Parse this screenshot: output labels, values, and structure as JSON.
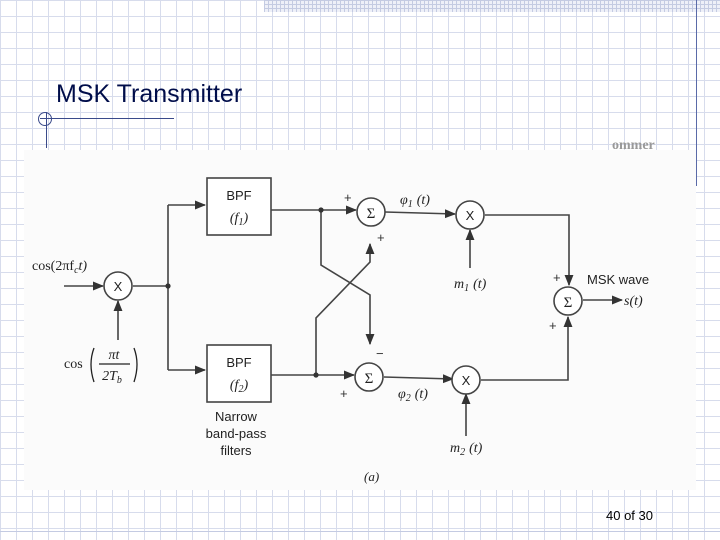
{
  "slide": {
    "title": "MSK Transmitter",
    "page_number": "40 of 30",
    "corner_fragment": "ommer"
  },
  "diagram": {
    "input_carrier": "cos(2πf",
    "input_carrier_sub": "c",
    "input_carrier_end": "t)",
    "mult_symbol": "X",
    "sum_symbol": "Σ",
    "bpf_label": "BPF",
    "bpf1_param": "(f",
    "bpf1_sub": "1",
    "bpf2_param": "(f",
    "bpf2_sub": "2",
    "param_close": ")",
    "phi1": "φ",
    "phi1_sub": "1",
    "phi2": "φ",
    "phi2_sub": "2",
    "arg_t": "(t)",
    "m1": "m",
    "m1_sub": "1",
    "m2": "m",
    "m2_sub": "2",
    "output_label": "MSK wave",
    "output_signal": "s(t)",
    "mod_cos": "cos",
    "mod_num": "πt",
    "mod_den": "2T",
    "mod_den_sub": "b",
    "filters_note": [
      "Narrow",
      "band-pass",
      "filters"
    ],
    "plus": "+",
    "minus": "−",
    "caption": "(a)"
  }
}
